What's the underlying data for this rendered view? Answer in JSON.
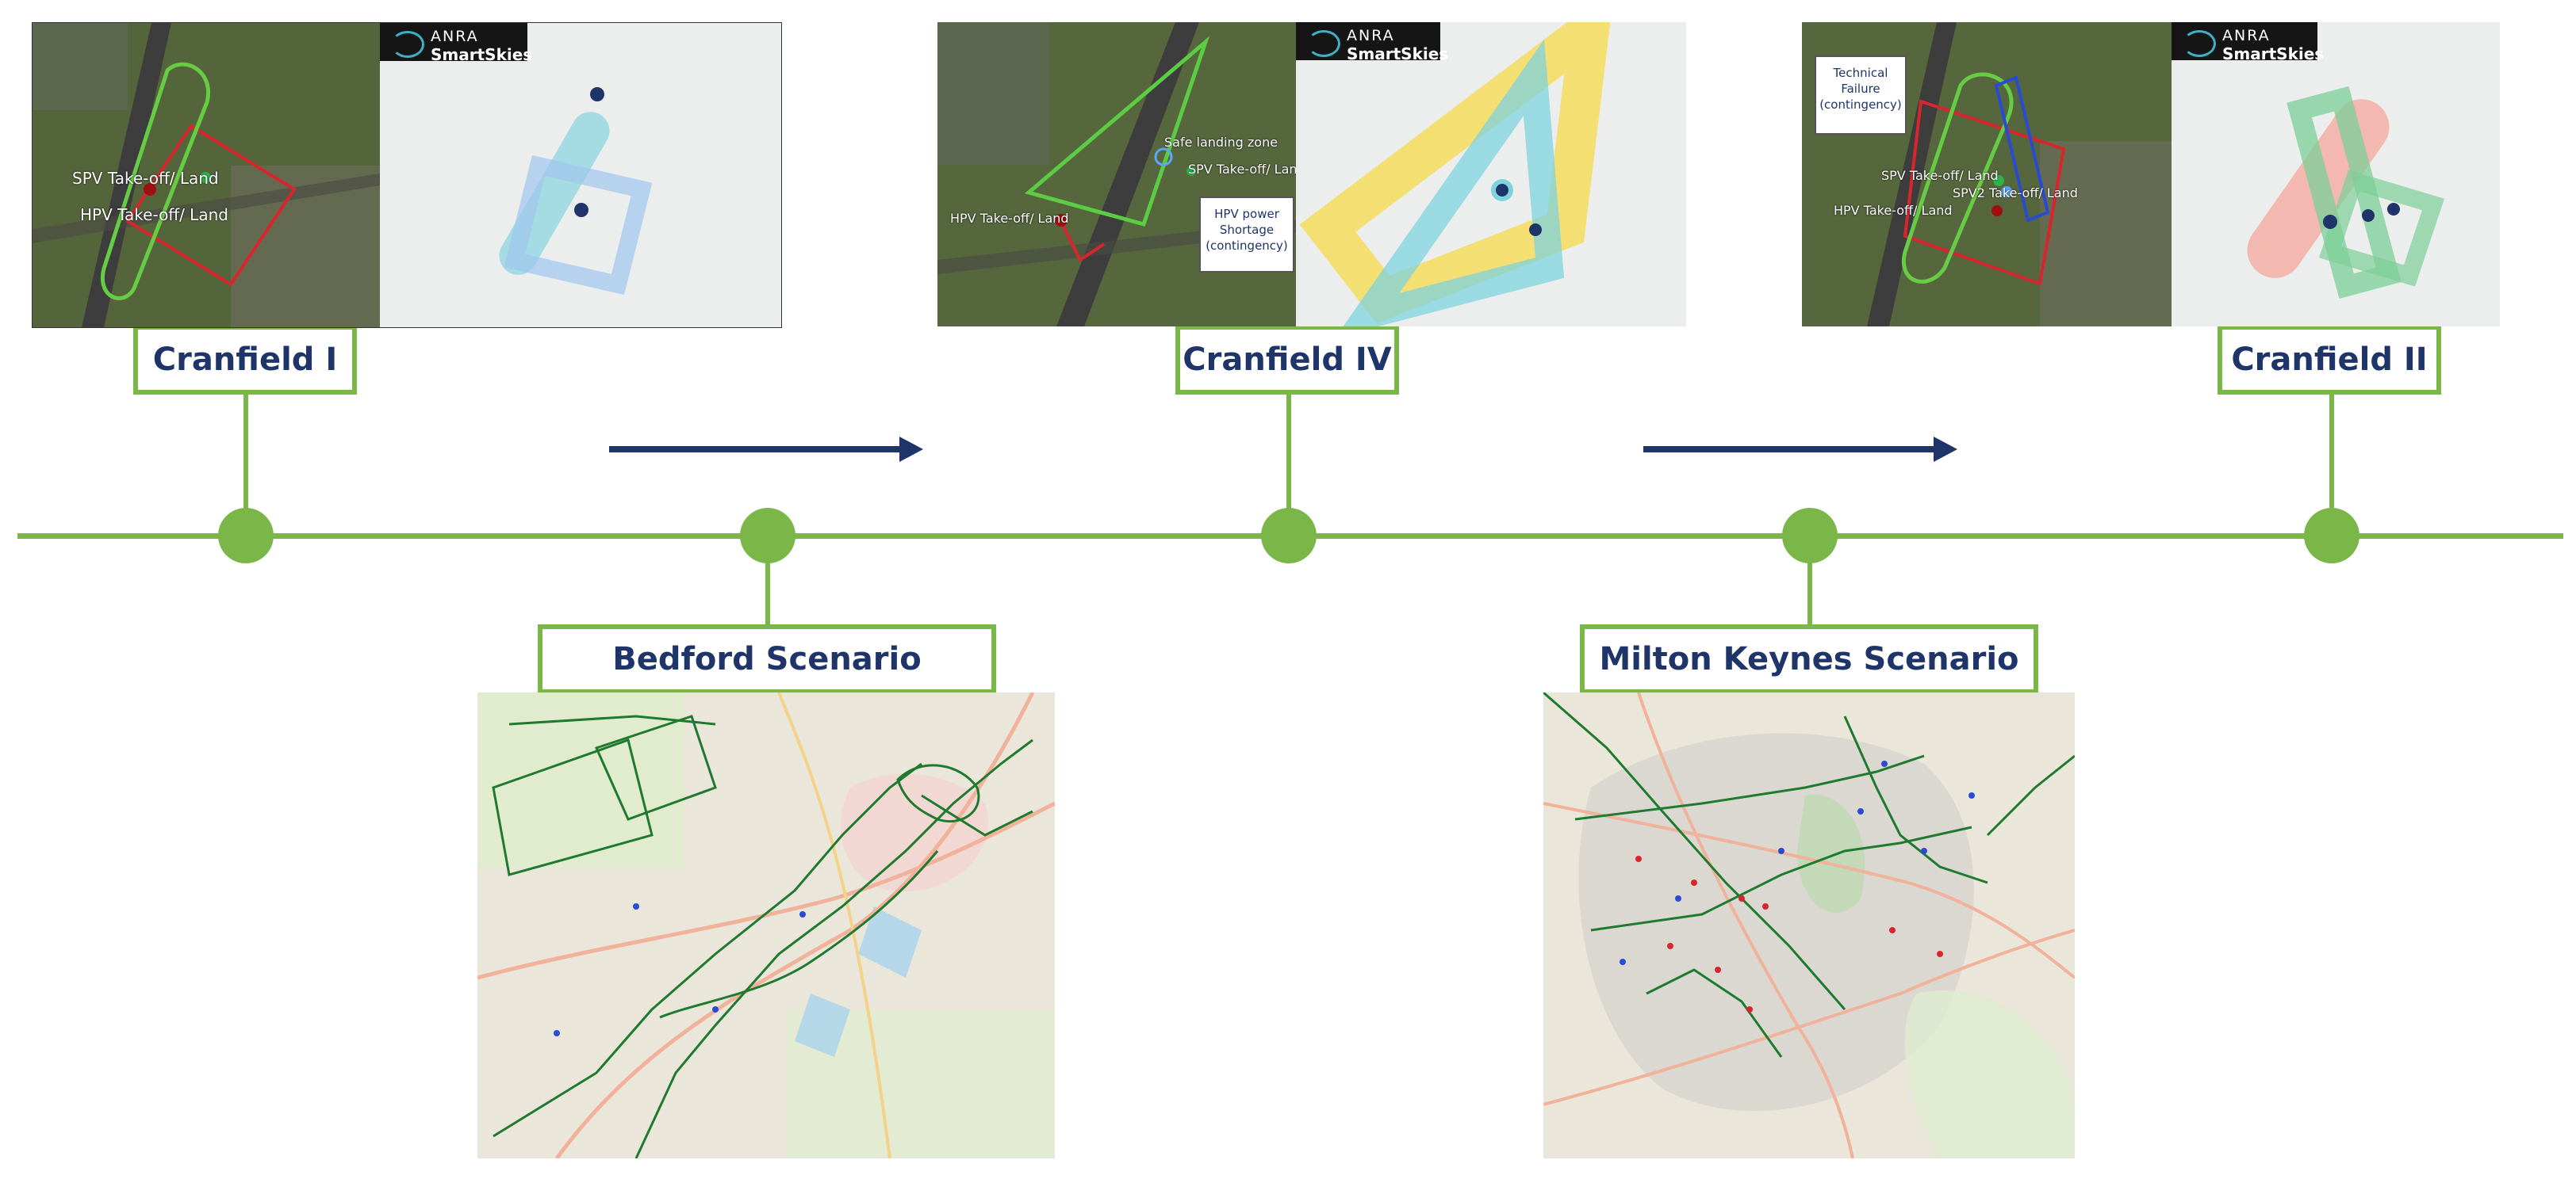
{
  "milestones": {
    "cranfield_1": "Cranfield I",
    "cranfield_4": "Cranfield IV",
    "cranfield_2": "Cranfield II",
    "bedford": "Bedford Scenario",
    "milton_keynes": "Milton Keynes Scenario"
  },
  "brand": {
    "line1": "ANRA",
    "line2": "SmartSkies"
  },
  "cranfield_1_panel": {
    "labels": [
      "SPV Take-off/ Land",
      "HPV Take-off/ Land"
    ]
  },
  "cranfield_4_panel": {
    "labels": [
      "Safe landing zone",
      "SPV Take-off/ Land",
      "HPV Take-off/ Land"
    ],
    "callout": [
      "HPV power",
      "Shortage",
      "(contingency)"
    ]
  },
  "cranfield_2_panel": {
    "labels": [
      "SPV Take-off/ Land",
      "SPV2 Take-off/ Land",
      "HPV Take-off/ Land"
    ],
    "callout": [
      "Technical",
      "Failure",
      "(contingency)"
    ]
  },
  "colors": {
    "green": "#7ab648",
    "navy": "#1f3468",
    "route_green": "#1e7a2e",
    "zone_red": "#d9262e",
    "zone_blue": "#2a4bd1",
    "cyan": "#7fd3dd",
    "yellow": "#f7d94a",
    "salmon": "#f5a59a"
  },
  "icons": [
    "drone-icon",
    "pin-icon",
    "arrow-right-icon"
  ]
}
